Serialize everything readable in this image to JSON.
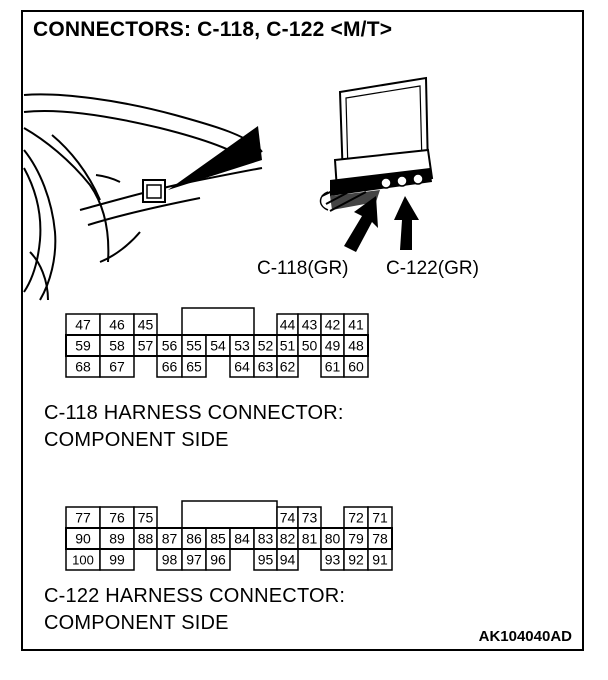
{
  "title": "CONNECTORS: C-118, C-122 <M/T>",
  "callouts": {
    "c118": "C-118(GR)",
    "c122": "C-122(GR)"
  },
  "connectors": [
    {
      "id": "C-118",
      "title_line1": "C-118 HARNESS CONNECTOR:",
      "title_line2": "COMPONENT SIDE",
      "rows": [
        [
          "47",
          "46",
          "45",
          "",
          "",
          "",
          "",
          "",
          "44",
          "43",
          "42",
          "41"
        ],
        [
          "59",
          "58",
          "57",
          "56",
          "55",
          "54",
          "53",
          "52",
          "51",
          "50",
          "49",
          "48"
        ],
        [
          "68",
          "67",
          "",
          "66",
          "65",
          "",
          "64",
          "63",
          "62",
          "",
          "61",
          "60"
        ]
      ]
    },
    {
      "id": "C-122",
      "title_line1": "C-122 HARNESS CONNECTOR:",
      "title_line2": "COMPONENT SIDE",
      "rows": [
        [
          "77",
          "76",
          "75",
          "",
          "",
          "",
          "",
          "",
          "74",
          "73",
          "",
          "72",
          "71"
        ],
        [
          "90",
          "89",
          "88",
          "87",
          "86",
          "85",
          "84",
          "83",
          "82",
          "81",
          "80",
          "79",
          "78"
        ],
        [
          "100",
          "99",
          "",
          "98",
          "97",
          "96",
          "",
          "95",
          "94",
          "",
          "93",
          "92",
          "91"
        ]
      ]
    }
  ],
  "figure_code": "AK104040AD"
}
